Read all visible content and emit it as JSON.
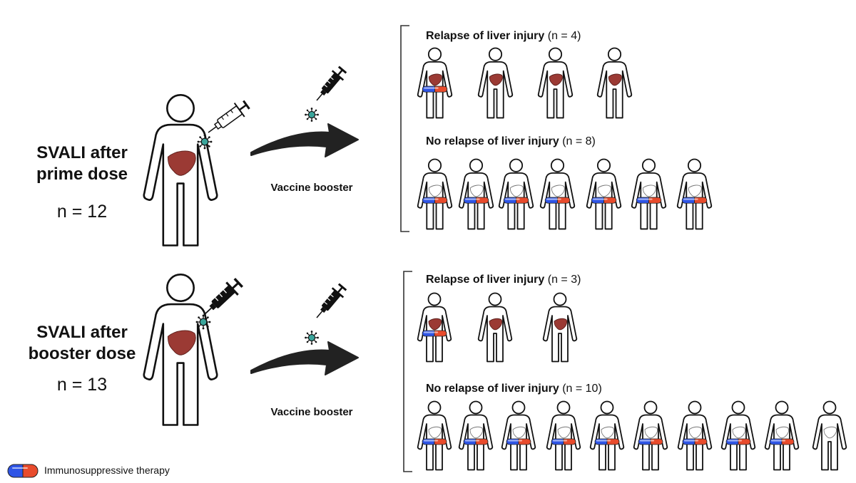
{
  "cohorts": [
    {
      "id": "prime",
      "title_line1": "SVALI after",
      "title_line2": "prime dose",
      "n_text": "n = 12",
      "booster_label": "Vaccine booster",
      "groups": [
        {
          "label": "Relapse of liver injury",
          "count_text": "(n = 4)",
          "people": [
            {
              "liver": "red",
              "pill": true
            },
            {
              "liver": "red",
              "pill": false
            },
            {
              "liver": "red",
              "pill": false
            },
            {
              "liver": "red",
              "pill": false
            }
          ]
        },
        {
          "label": "No relapse of liver injury",
          "count_text": "(n = 8)",
          "people": [
            {
              "liver": "outline",
              "pill": true
            },
            {
              "liver": "outline",
              "pill": true
            },
            {
              "liver": "outline",
              "pill": true
            },
            {
              "liver": "outline",
              "pill": true
            },
            {
              "liver": "outline",
              "pill": true
            },
            {
              "liver": "outline",
              "pill": true
            },
            {
              "liver": "outline",
              "pill": true
            }
          ]
        }
      ]
    },
    {
      "id": "booster",
      "title_line1": "SVALI after",
      "title_line2": "booster dose",
      "n_text": "n = 13",
      "booster_label": "Vaccine booster",
      "groups": [
        {
          "label": "Relapse of liver injury",
          "count_text": "(n = 3)",
          "people": [
            {
              "liver": "red",
              "pill": true
            },
            {
              "liver": "red",
              "pill": false
            },
            {
              "liver": "red",
              "pill": false
            }
          ]
        },
        {
          "label": "No relapse of liver injury",
          "count_text": "(n = 10)",
          "people": [
            {
              "liver": "outline",
              "pill": true
            },
            {
              "liver": "outline",
              "pill": true
            },
            {
              "liver": "outline",
              "pill": true
            },
            {
              "liver": "outline",
              "pill": true
            },
            {
              "liver": "outline",
              "pill": true
            },
            {
              "liver": "outline",
              "pill": true
            },
            {
              "liver": "outline",
              "pill": true
            },
            {
              "liver": "outline",
              "pill": true
            },
            {
              "liver": "outline",
              "pill": true
            },
            {
              "liver": "outline",
              "pill": false
            }
          ]
        }
      ]
    }
  ],
  "legend": {
    "text": "Immunosuppressive therapy",
    "icon": "capsule-icon"
  },
  "colors": {
    "liver": "#9b3a34",
    "pill_blue": "#2f55e6",
    "pill_red": "#e84b2c",
    "virus": "#3aa59b",
    "ink": "#111111"
  }
}
